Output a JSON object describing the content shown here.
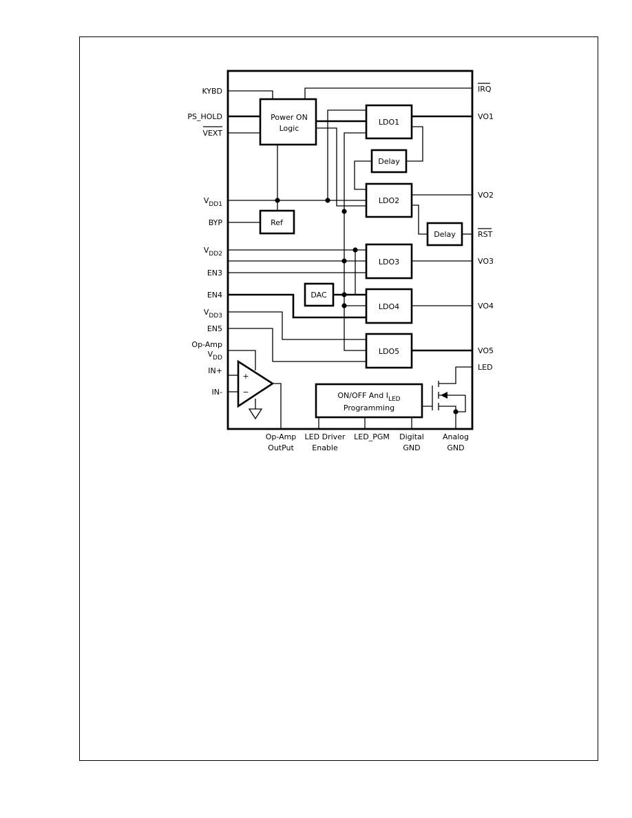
{
  "blocks": {
    "power_on": [
      "Power ON",
      "Logic"
    ],
    "ldo1": "LDO1",
    "ldo2": "LDO2",
    "ldo3": "LDO3",
    "ldo4": "LDO4",
    "ldo5": "LDO5",
    "delay1": "Delay",
    "delay2": "Delay",
    "ref": "Ref",
    "dac": "DAC",
    "opamp_plus": "+",
    "opamp_minus": "−",
    "led_prog_line1": "ON/OFF And I",
    "led_prog_sub": "LED",
    "led_prog_line2": "Programming"
  },
  "left_pins": {
    "kybd": "KYBD",
    "ps_hold": "PS_HOLD",
    "vext": "VEXT",
    "vdd1": "V",
    "vdd1_sub": "DD1",
    "byp": "BYP",
    "vdd2": "V",
    "vdd2_sub": "DD2",
    "en3": "EN3",
    "en4": "EN4",
    "vdd3": "V",
    "vdd3_sub": "DD3",
    "en5": "EN5",
    "opamp_vdd_1": "Op-Amp",
    "opamp_vdd_2": "V",
    "opamp_vdd_sub": "DD",
    "in_plus": "IN+",
    "in_minus": "IN-"
  },
  "right_pins": {
    "irq": "IRQ",
    "vo1": "VO1",
    "vo2": "VO2",
    "rst": "RST",
    "vo3": "VO3",
    "vo4": "VO4",
    "vo5": "VO5",
    "led": "LED"
  },
  "bottom_pins": {
    "opamp_out": [
      "Op-Amp",
      "OutPut"
    ],
    "led_enable": [
      "LED Driver",
      "Enable"
    ],
    "led_pgm": "LED_PGM",
    "digital_gnd": [
      "Digital",
      "GND"
    ],
    "analog_gnd": [
      "Analog",
      "GND"
    ]
  }
}
